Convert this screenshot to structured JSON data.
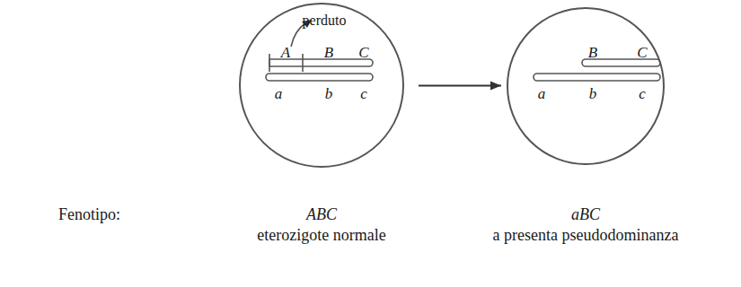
{
  "diagram": {
    "nodes": [
      {
        "text": [
          "perduto",
          "A",
          "B",
          "C",
          "a",
          "b",
          "c"
        ]
      },
      {
        "text": [
          "B",
          "C",
          "a",
          "b",
          "c"
        ]
      }
    ],
    "edges": [
      {
        "from": 0,
        "to": 1,
        "arrow": "to"
      }
    ],
    "labels": [
      "Fenotipo:",
      "ABC",
      "eterozigote normale",
      "aBC",
      "a presenta pseudodominanza"
    ]
  }
}
